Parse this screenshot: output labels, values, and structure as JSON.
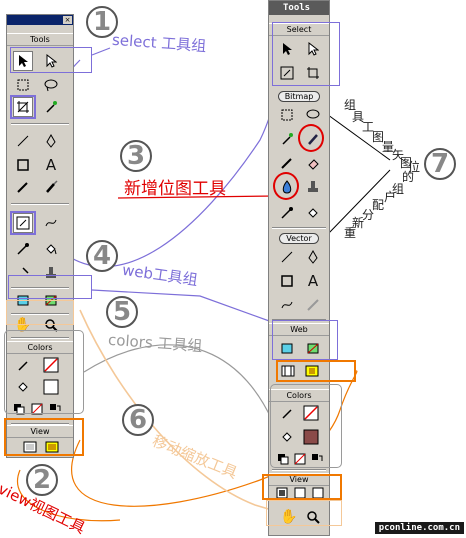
{
  "left_panel": {
    "title": "Tools",
    "colors_title": "Colors",
    "view_title": "View"
  },
  "right_panel": {
    "header": "Tools",
    "select_title": "Select",
    "bitmap_title": "Bitmap",
    "vector_title": "Vector",
    "web_title": "Web",
    "colors_title": "Colors",
    "view_title": "View"
  },
  "annotations": {
    "n1": "1",
    "n2": "2",
    "n3": "3",
    "n4": "4",
    "n5": "5",
    "n6": "6",
    "n7": "7",
    "select_group": "select 工具组",
    "new_bitmap": "新增位图工具",
    "web_group": "web工具组",
    "colors_group": "colors 工具组",
    "move_zoom": "移动缩放工具",
    "view_tool": "view视图工具",
    "regroup": [
      "组",
      "具",
      "工",
      "图",
      "量",
      "矢",
      "图",
      "位",
      "的",
      "组",
      "户",
      "配",
      "分",
      "新",
      "重"
    ]
  },
  "colors": {
    "purple": "#7d6fd9",
    "orange": "#f07800",
    "grey": "#9a9a9a",
    "red": "#e00000",
    "peach": "#f4c898"
  },
  "brand": "pconline.com.cn"
}
